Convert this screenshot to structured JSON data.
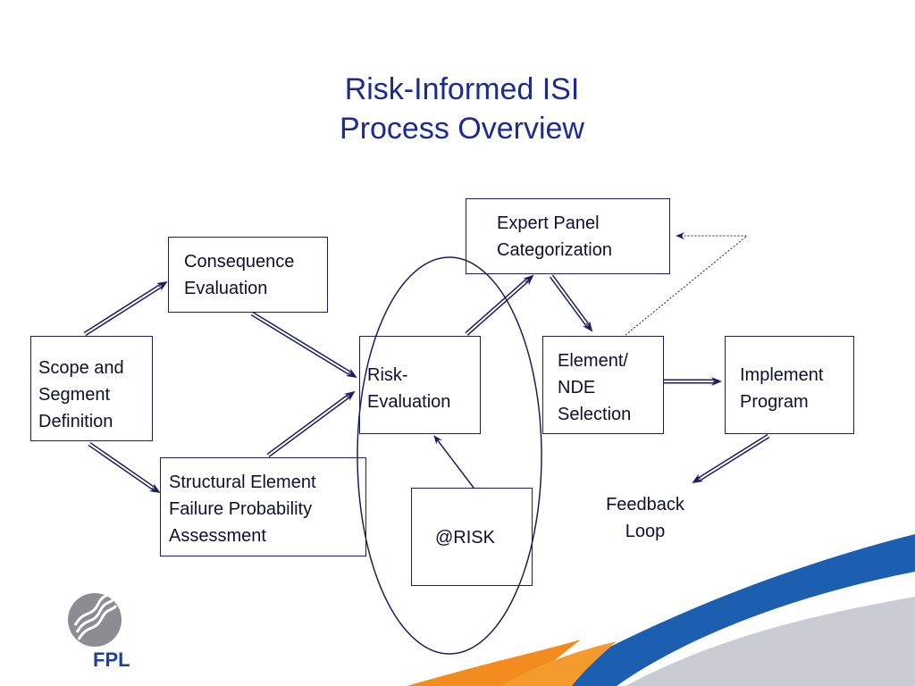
{
  "title": {
    "line1": "Risk-Informed ISI",
    "line2": "Process Overview"
  },
  "boxes": {
    "scope": {
      "line1": "Scope and",
      "line2": "Segment",
      "line3": "Definition"
    },
    "consequence": {
      "line1": "Consequence",
      "line2": "Evaluation"
    },
    "structural": {
      "line1": "Structural Element",
      "line2": "Failure Probability",
      "line3": "Assessment"
    },
    "risk_eval": {
      "line1": "Risk-",
      "line2": "Evaluation"
    },
    "risk_tool": {
      "label": "@RISK"
    },
    "expert_panel": {
      "line1": "Expert Panel",
      "line2": "Categorization"
    },
    "element_nde": {
      "line1": "Element/",
      "line2": "NDE",
      "line3": "Selection"
    },
    "implement": {
      "line1": "Implement",
      "line2": "Program"
    }
  },
  "feedback": {
    "line1": "Feedback",
    "line2": "Loop"
  },
  "logo": {
    "text": "FPL"
  },
  "colors": {
    "title": "#1c2c8c",
    "box_border": "#1a1f5c",
    "arrow": "#1a1f5c",
    "corner_blue": "#1c5fb0",
    "corner_orange": "#f28c1e",
    "corner_gray": "#c9cdd3",
    "logo_gray": "#8a8d92",
    "logo_blue": "#1e3f9a"
  },
  "icons": {
    "logo": "fpl-logo-icon",
    "ellipse": "risk-highlight-ellipse",
    "arrows": "double-line-arrow-icon"
  }
}
